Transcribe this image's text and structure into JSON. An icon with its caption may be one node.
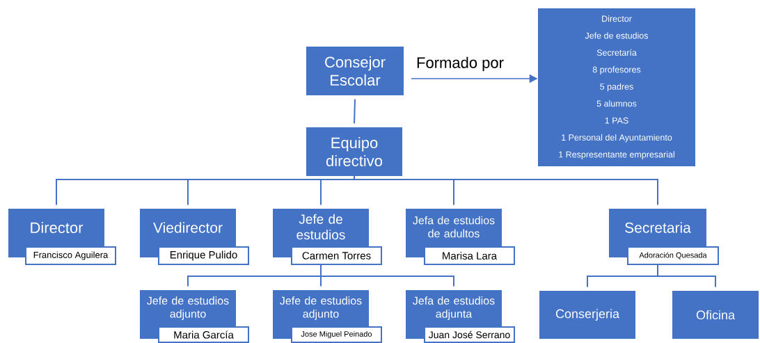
{
  "diagram": {
    "nodes": [
      {
        "text": [
          "Consejor Escolar"
        ]
      },
      {
        "text": [
          "Director",
          "Jefe de estudios",
          "Secretaría",
          "8 profesores",
          "5 padres",
          "5 alumnos",
          "1 PAS",
          "1 Personal del Ayuntamiento",
          "1 Respresentante empresarial"
        ]
      },
      {
        "text": [
          "Equipo directivo"
        ]
      },
      {
        "text": [
          "Director",
          "Francisco Aguilera"
        ]
      },
      {
        "text": [
          "Viedirector",
          "Enrique Pulido"
        ]
      },
      {
        "text": [
          "Jefe de estudios",
          "Carmen Torres"
        ]
      },
      {
        "text": [
          "Jefa de estudios de adultos",
          "Marisa Lara"
        ]
      },
      {
        "text": [
          "Secretaria",
          "Adoración Quesada"
        ]
      },
      {
        "text": [
          "Jefe de estudios adjunto",
          "Maria García"
        ]
      },
      {
        "text": [
          "Jefe de estudios adjunto",
          "Jose Miguel Peinado"
        ]
      },
      {
        "text": [
          "Jefa de estudios adjunta",
          "Juan José Serrano"
        ]
      },
      {
        "text": [
          "Conserjeria"
        ]
      },
      {
        "text": [
          "Oficina"
        ]
      }
    ],
    "edges": [
      {
        "from": 0,
        "to": 1,
        "arrow": "to",
        "label": "Formado por"
      },
      {
        "from": 0,
        "to": 2,
        "arrow": "none"
      },
      {
        "from": 2,
        "to": 3,
        "arrow": "none"
      },
      {
        "from": 2,
        "to": 4,
        "arrow": "none"
      },
      {
        "from": 2,
        "to": 5,
        "arrow": "none"
      },
      {
        "from": 2,
        "to": 6,
        "arrow": "none"
      },
      {
        "from": 2,
        "to": 7,
        "arrow": "none"
      },
      {
        "from": 5,
        "to": 8,
        "arrow": "none"
      },
      {
        "from": 5,
        "to": 9,
        "arrow": "none"
      },
      {
        "from": 5,
        "to": 10,
        "arrow": "none"
      },
      {
        "from": 7,
        "to": 11,
        "arrow": "none"
      },
      {
        "from": 7,
        "to": 12,
        "arrow": "none"
      }
    ]
  }
}
